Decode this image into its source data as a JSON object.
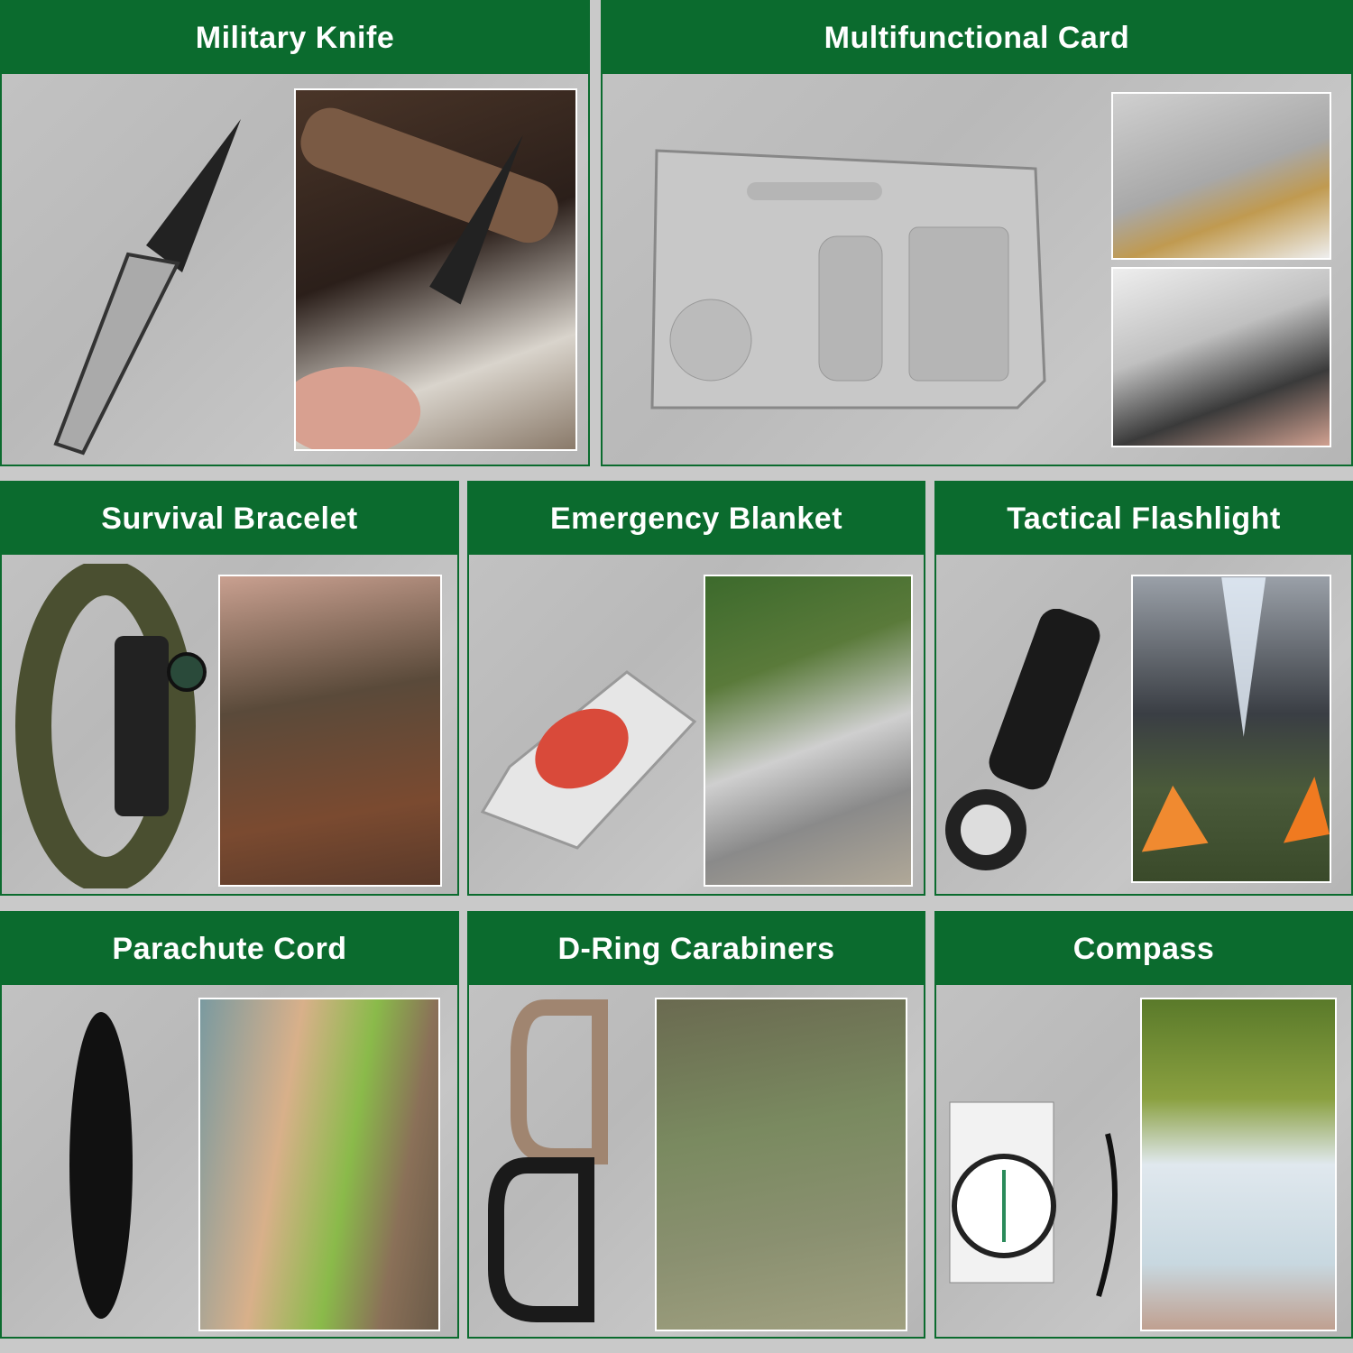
{
  "colors": {
    "header_green": "#0b6b2e",
    "background_gray": "#c2c2c2"
  },
  "panels": [
    {
      "title": "Military Knife"
    },
    {
      "title": "Multifunctional Card"
    },
    {
      "title": "Survival Bracelet"
    },
    {
      "title": "Emergency Blanket"
    },
    {
      "title": "Tactical Flashlight"
    },
    {
      "title": "Parachute Cord"
    },
    {
      "title": "D-Ring Carabiners"
    },
    {
      "title": "Compass"
    }
  ]
}
